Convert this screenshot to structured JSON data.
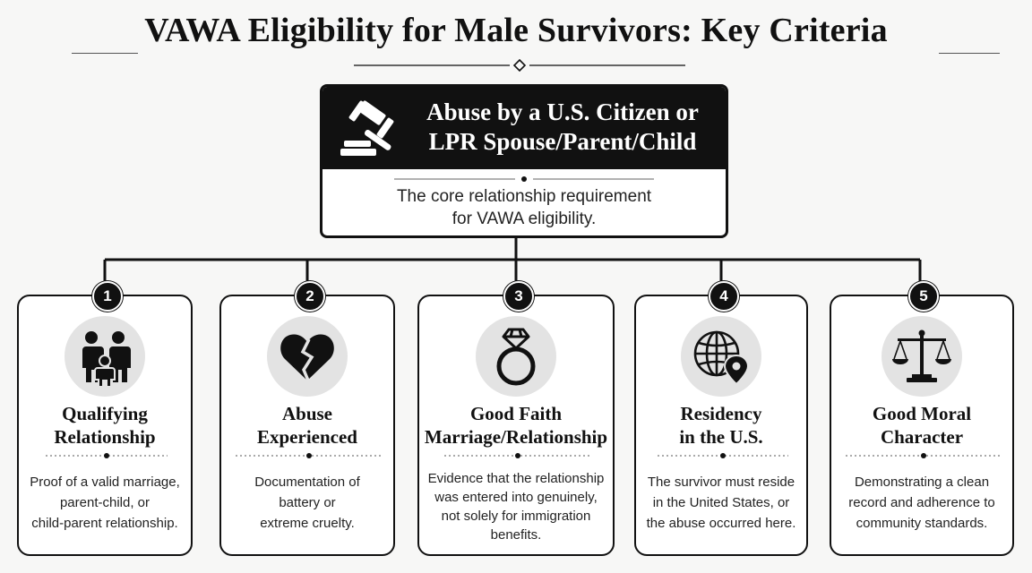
{
  "title": "VAWA Eligibility for Male Survivors: Key Criteria",
  "main": {
    "title_line1": "Abuse by a U.S. Citizen or",
    "title_line2": "LPR Spouse/Parent/Child",
    "desc_line1": "The core relationship requirement",
    "desc_line2": "for VAWA eligibility.",
    "icon": "gavel-icon"
  },
  "criteria": [
    {
      "number": "1",
      "title_line1": "Qualifying",
      "title_line2": "Relationship",
      "desc": [
        "Proof of a valid marriage,",
        "parent-child, or",
        "child-parent relationship."
      ],
      "icon": "family-icon"
    },
    {
      "number": "2",
      "title_line1": "Abuse",
      "title_line2": "Experienced",
      "desc": [
        "Documentation of",
        "battery or",
        "extreme cruelty."
      ],
      "icon": "broken-heart-icon"
    },
    {
      "number": "3",
      "title_line1": "Good Faith",
      "title_line2": "Marriage/Relationship",
      "desc": [
        "Evidence that the relationship",
        "was entered into genuinely,",
        "not solely for immigration",
        "benefits."
      ],
      "icon": "ring-icon"
    },
    {
      "number": "4",
      "title_line1": "Residency",
      "title_line2": "in the U.S.",
      "desc": [
        "The survivor must reside",
        "in the United States, or",
        "the abuse occurred here."
      ],
      "icon": "globe-pin-icon"
    },
    {
      "number": "5",
      "title_line1": "Good Moral",
      "title_line2": "Character",
      "desc": [
        "Demonstrating a clean",
        "record and adherence to",
        "community standards."
      ],
      "icon": "scales-icon"
    }
  ]
}
